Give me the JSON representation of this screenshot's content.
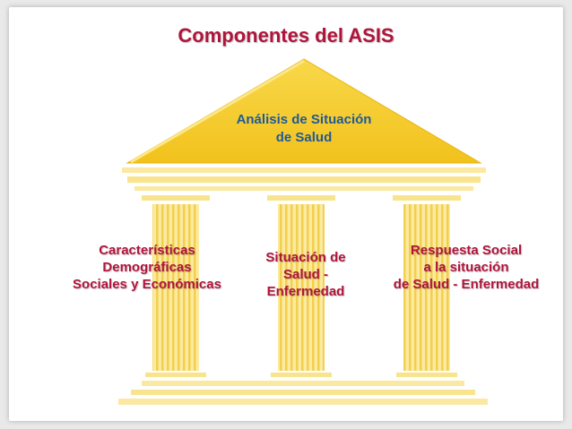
{
  "title": "Componentes del ASIS",
  "roof": {
    "line1": "Análisis de Situación",
    "line2": "de Salud"
  },
  "pillars": [
    {
      "lines": [
        "Características",
        "Demográficas",
        "Sociales y Económicas"
      ]
    },
    {
      "lines": [
        "Situación de",
        "Salud -",
        "Enfermedad"
      ]
    },
    {
      "lines": [
        "Respuesta Social",
        "a la situación",
        "de Salud - Enfermedad"
      ]
    }
  ],
  "colors": {
    "title": "#b0143c",
    "roof_text": "#1f5a9a",
    "roof_fill": "#f6cf3a",
    "pillar_fill": "#f9e89a"
  }
}
